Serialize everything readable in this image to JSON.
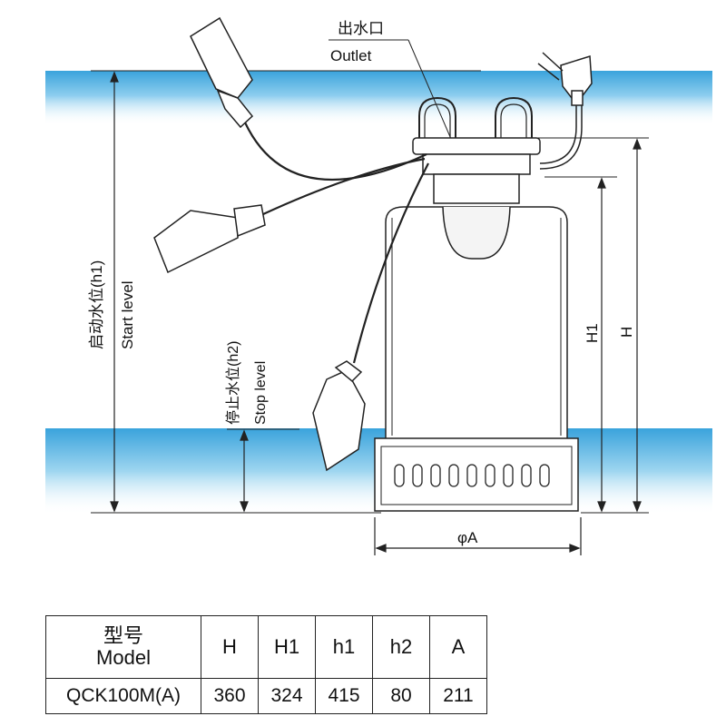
{
  "labels": {
    "outlet_cn": "出水口",
    "outlet_en": "Outlet",
    "start_level_cn": "启动水位(h1)",
    "start_level_en": "Start level",
    "stop_level_cn": "停止水位(h2)",
    "stop_level_en": "Stop level",
    "dim_H1": "H1",
    "dim_H": "H",
    "dim_A": "φA"
  },
  "table": {
    "model_header_cn": "型号",
    "model_header_en": "Model",
    "columns": [
      "H",
      "H1",
      "h1",
      "h2",
      "A"
    ],
    "rows": [
      {
        "model": "QCK100M(A)",
        "values": [
          "360",
          "324",
          "415",
          "80",
          "211"
        ]
      }
    ]
  },
  "colors": {
    "water_band": "#5fb6e4",
    "line": "#222222"
  }
}
